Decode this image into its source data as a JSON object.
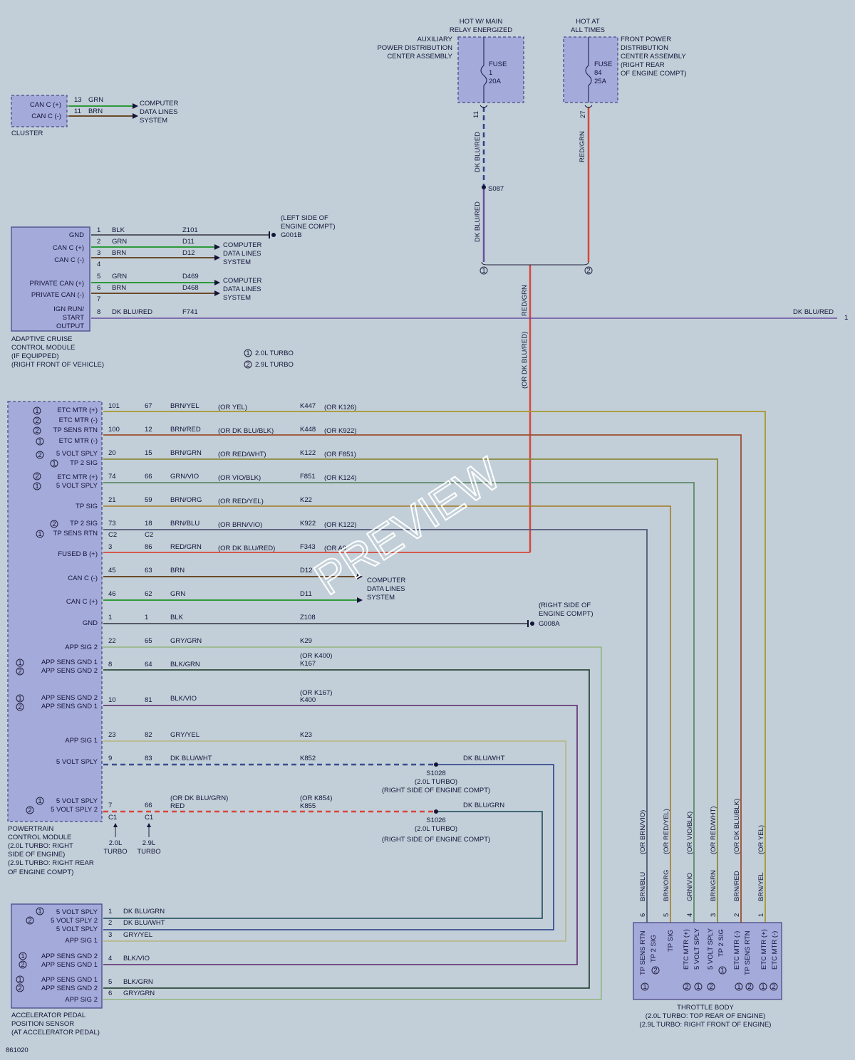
{
  "labels": {
    "hot_main_1": "HOT W/ MAIN",
    "hot_main_2": "RELAY ENERGIZED",
    "hot_all_1": "HOT AT",
    "hot_all_2": "ALL TIMES",
    "aux_pdc_1": "AUXILIARY",
    "aux_pdc_2": "POWER DISTRIBUTION",
    "aux_pdc_3": "CENTER ASSEMBLY",
    "front_pdc_1": "FRONT POWER",
    "front_pdc_2": "DISTRIBUTION",
    "front_pdc_3": "CENTER ASSEMBLY",
    "front_pdc_4": "(RIGHT REAR",
    "front_pdc_5": "OF ENGINE COMPT)",
    "fuse1_a": "FUSE",
    "fuse1_b": "1",
    "fuse1_c": "20A",
    "fuse84_a": "FUSE",
    "fuse84_b": "84",
    "fuse84_c": "25A",
    "cav11": "11",
    "cav27": "27",
    "dkblured": "DK BLU/RED",
    "redgrn": "RED/GRN",
    "or_dkblured": "(OR DK BLU/RED)",
    "s087": "S087",
    "cluster": "CLUSTER",
    "canc_pos": "CAN C (+)",
    "canc_neg": "CAN C (-)",
    "pin13": "13",
    "pin11": "11",
    "grn": "GRN",
    "brn": "BRN",
    "computer": "COMPUTER",
    "data_lines": "DATA LINES",
    "system": "SYSTEM",
    "gnd": "GND",
    "private_can_pos": "PRIVATE CAN (+)",
    "private_can_neg": "PRIVATE CAN (-)",
    "ign_run": "IGN RUN/",
    "start": "START",
    "output": "OUTPUT",
    "blk": "BLK",
    "z101": "Z101",
    "d11": "D11",
    "d12": "D12",
    "d469": "D469",
    "d468": "D468",
    "f741": "F741",
    "left_side_1": "(LEFT SIDE OF",
    "left_side_2": "ENGINE COMPT)",
    "g001b": "G001B",
    "acc_1": "ADAPTIVE CRUISE",
    "acc_2": "CONTROL MODULE",
    "acc_3": "(IF EQUIPPED)",
    "acc_4": "(RIGHT FRONT OF VEHICLE)",
    "legend1": "2.0L TURBO",
    "legend2": "2.9L TURBO",
    "n1": "1",
    "n2": "2",
    "n3": "3",
    "n4": "4",
    "n5": "5",
    "n6": "6",
    "n7": "7",
    "n8": "8",
    "edge_1": "1",
    "pcm_rows": [
      {
        "c20": "101",
        "c29": "67",
        "color": "BRN/YEL",
        "alt": "(OR YEL)",
        "circuit": "K447",
        "alt_circuit": "(OR K126)"
      },
      {
        "c20": "100",
        "c29": "12",
        "color": "BRN/RED",
        "alt": "(OR DK BLU/BLK)",
        "circuit": "K448",
        "alt_circuit": "(OR K922)"
      },
      {
        "c20": "20",
        "c29": "15",
        "color": "BRN/GRN",
        "alt": "(OR RED/WHT)",
        "circuit": "K122",
        "alt_circuit": "(OR F851)"
      },
      {
        "c20": "74",
        "c29": "66",
        "color": "GRN/VIO",
        "alt": "(OR VIO/BLK)",
        "circuit": "F851",
        "alt_circuit": "(OR K124)"
      },
      {
        "c20": "21",
        "c29": "59",
        "color": "BRN/ORG",
        "alt": "(OR RED/YEL)",
        "circuit": "K22",
        "alt_circuit": ""
      },
      {
        "c20": "73",
        "c29": "18",
        "color": "BRN/BLU",
        "alt": "(OR BRN/VIO)",
        "circuit": "K922",
        "alt_circuit": "(OR K122)"
      },
      {
        "c20": "3",
        "c29": "86",
        "color": "RED/GRN",
        "alt": "(OR DK BLU/RED)",
        "circuit": "F343",
        "alt_circuit": "(OR A9"
      },
      {
        "c20": "45",
        "c29": "63",
        "color": "BRN",
        "alt": "",
        "circuit": "D12",
        "alt_circuit": ""
      },
      {
        "c20": "46",
        "c29": "62",
        "color": "GRN",
        "alt": "",
        "circuit": "D11",
        "alt_circuit": ""
      },
      {
        "c20": "1",
        "c29": "1",
        "color": "BLK",
        "alt": "",
        "circuit": "Z108",
        "alt_circuit": ""
      },
      {
        "c20": "22",
        "c29": "65",
        "color": "GRY/GRN",
        "alt": "",
        "circuit": "K29",
        "alt_circuit": ""
      },
      {
        "c20": "8",
        "c29": "64",
        "color": "BLK/GRN",
        "alt": "",
        "circuit": "K167",
        "alt_circuit": "(OR K400)"
      },
      {
        "c20": "10",
        "c29": "81",
        "color": "BLK/VIO",
        "alt": "",
        "circuit": "K400",
        "alt_circuit": "(OR K167)"
      },
      {
        "c20": "23",
        "c29": "82",
        "color": "GRY/YEL",
        "alt": "",
        "circuit": "K23",
        "alt_circuit": ""
      },
      {
        "c20": "9",
        "c29": "83",
        "color": "DK BLU/WHT",
        "alt": "",
        "circuit": "K852",
        "alt_circuit": ""
      },
      {
        "c20": "7",
        "c29": "66",
        "color": "RED",
        "alt": "(OR DK BLU/GRN)",
        "circuit": "K855",
        "alt_circuit": "(OR K854)"
      }
    ],
    "pcm_pins": {
      "etc_mtr_pos": "ETC MTR (+)",
      "etc_mtr_neg": "ETC MTR (-)",
      "tp_sens_rtn": "TP SENS RTN",
      "five_volt_sply": "5 VOLT SPLY",
      "five_volt_sply_2": "5 VOLT SPLY 2",
      "tp2_sig": "TP 2 SIG",
      "tp_sig": "TP SIG",
      "fused_b": "FUSED B (+)",
      "app_sig_1": "APP SIG 1",
      "app_sig_2": "APP SIG 2",
      "app_sens_gnd_1": "APP SENS GND 1",
      "app_sens_gnd_2": "APP SENS GND 2"
    },
    "c2": "C2",
    "c1": "C1",
    "right_side_1": "(RIGHT SIDE OF",
    "right_side_2": "ENGINE COMPT)",
    "g008a": "G008A",
    "s1028": "S1028",
    "s1026": "S1026",
    "turbo20_paren": "(2.0L TURBO)",
    "right_side_engine": "(RIGHT SIDE OF ENGINE COMPT)",
    "dkbluwht": "DK BLU/WHT",
    "dkblugrn": "DK BLU/GRN",
    "pcm_1": "POWERTRAIN",
    "pcm_2": "CONTROL MODULE",
    "pcm_3": "(2.0L TURBO: RIGHT",
    "pcm_4": "SIDE OF ENGINE)",
    "pcm_5": "(2.9L TURBO: RIGHT REAR",
    "pcm_6": "OF ENGINE COMPT)",
    "l20": "2.0L",
    "l29": "2.9L",
    "turbo": "TURBO",
    "app_rows": [
      {
        "pin": "1",
        "color": "DK BLU/GRN"
      },
      {
        "pin": "2",
        "color": "DK BLU/WHT"
      },
      {
        "pin": "3",
        "color": "GRY/YEL"
      },
      {
        "pin": "4",
        "color": "BLK/VIO"
      },
      {
        "pin": "5",
        "color": "BLK/GRN"
      },
      {
        "pin": "6",
        "color": "GRY/GRN"
      }
    ],
    "app_1": "ACCELERATOR PEDAL",
    "app_2": "POSITION SENSOR",
    "app_3": "(AT ACCELERATOR PEDAL)",
    "tb_wires": [
      {
        "pin": "6",
        "color": "BRN/BLU",
        "alt": "(OR BRN/VIO)"
      },
      {
        "pin": "5",
        "color": "BRN/ORG",
        "alt": "(OR RED/YEL)"
      },
      {
        "pin": "4",
        "color": "GRN/VIO",
        "alt": "(OR VIO/BLK)"
      },
      {
        "pin": "3",
        "color": "BRN/GRN",
        "alt": "(OR RED/WHT)"
      },
      {
        "pin": "2",
        "color": "BRN/RED",
        "alt": "(OR DK BLU/BLK)"
      },
      {
        "pin": "1",
        "color": "BRN/YEL",
        "alt": "(OR YEL)"
      }
    ],
    "tb_1": "THROTTLE BODY",
    "tb_2": "(2.0L TURBO: TOP REAR OF ENGINE)",
    "tb_3": "(2.9L TURBO: RIGHT FRONT OF ENGINE)",
    "diagram_id": "861020",
    "watermark": "PREVIEW"
  },
  "wire_colors": {
    "green": "#2e9a3a",
    "brown": "#6b4a2a",
    "black": "#33333d",
    "purple": "#6a4fa0",
    "red": "#d8463a",
    "dkblue": "#2f3f8a",
    "brn_yel": "#a8982e",
    "brn_red": "#9c4e2e",
    "brn_grn": "#8a8a3a",
    "grn_vio": "#5f8a6a",
    "brn_org": "#a8843a",
    "brn_blu": "#55577a",
    "gry_grn": "#9ab88a",
    "blk_grn": "#2f4a3a",
    "blk_vio": "#6a3f7a",
    "gry_yel": "#b8b88a",
    "dkblu_wht": "#3a4e90",
    "dkblu_grn": "#2f5a6a"
  }
}
